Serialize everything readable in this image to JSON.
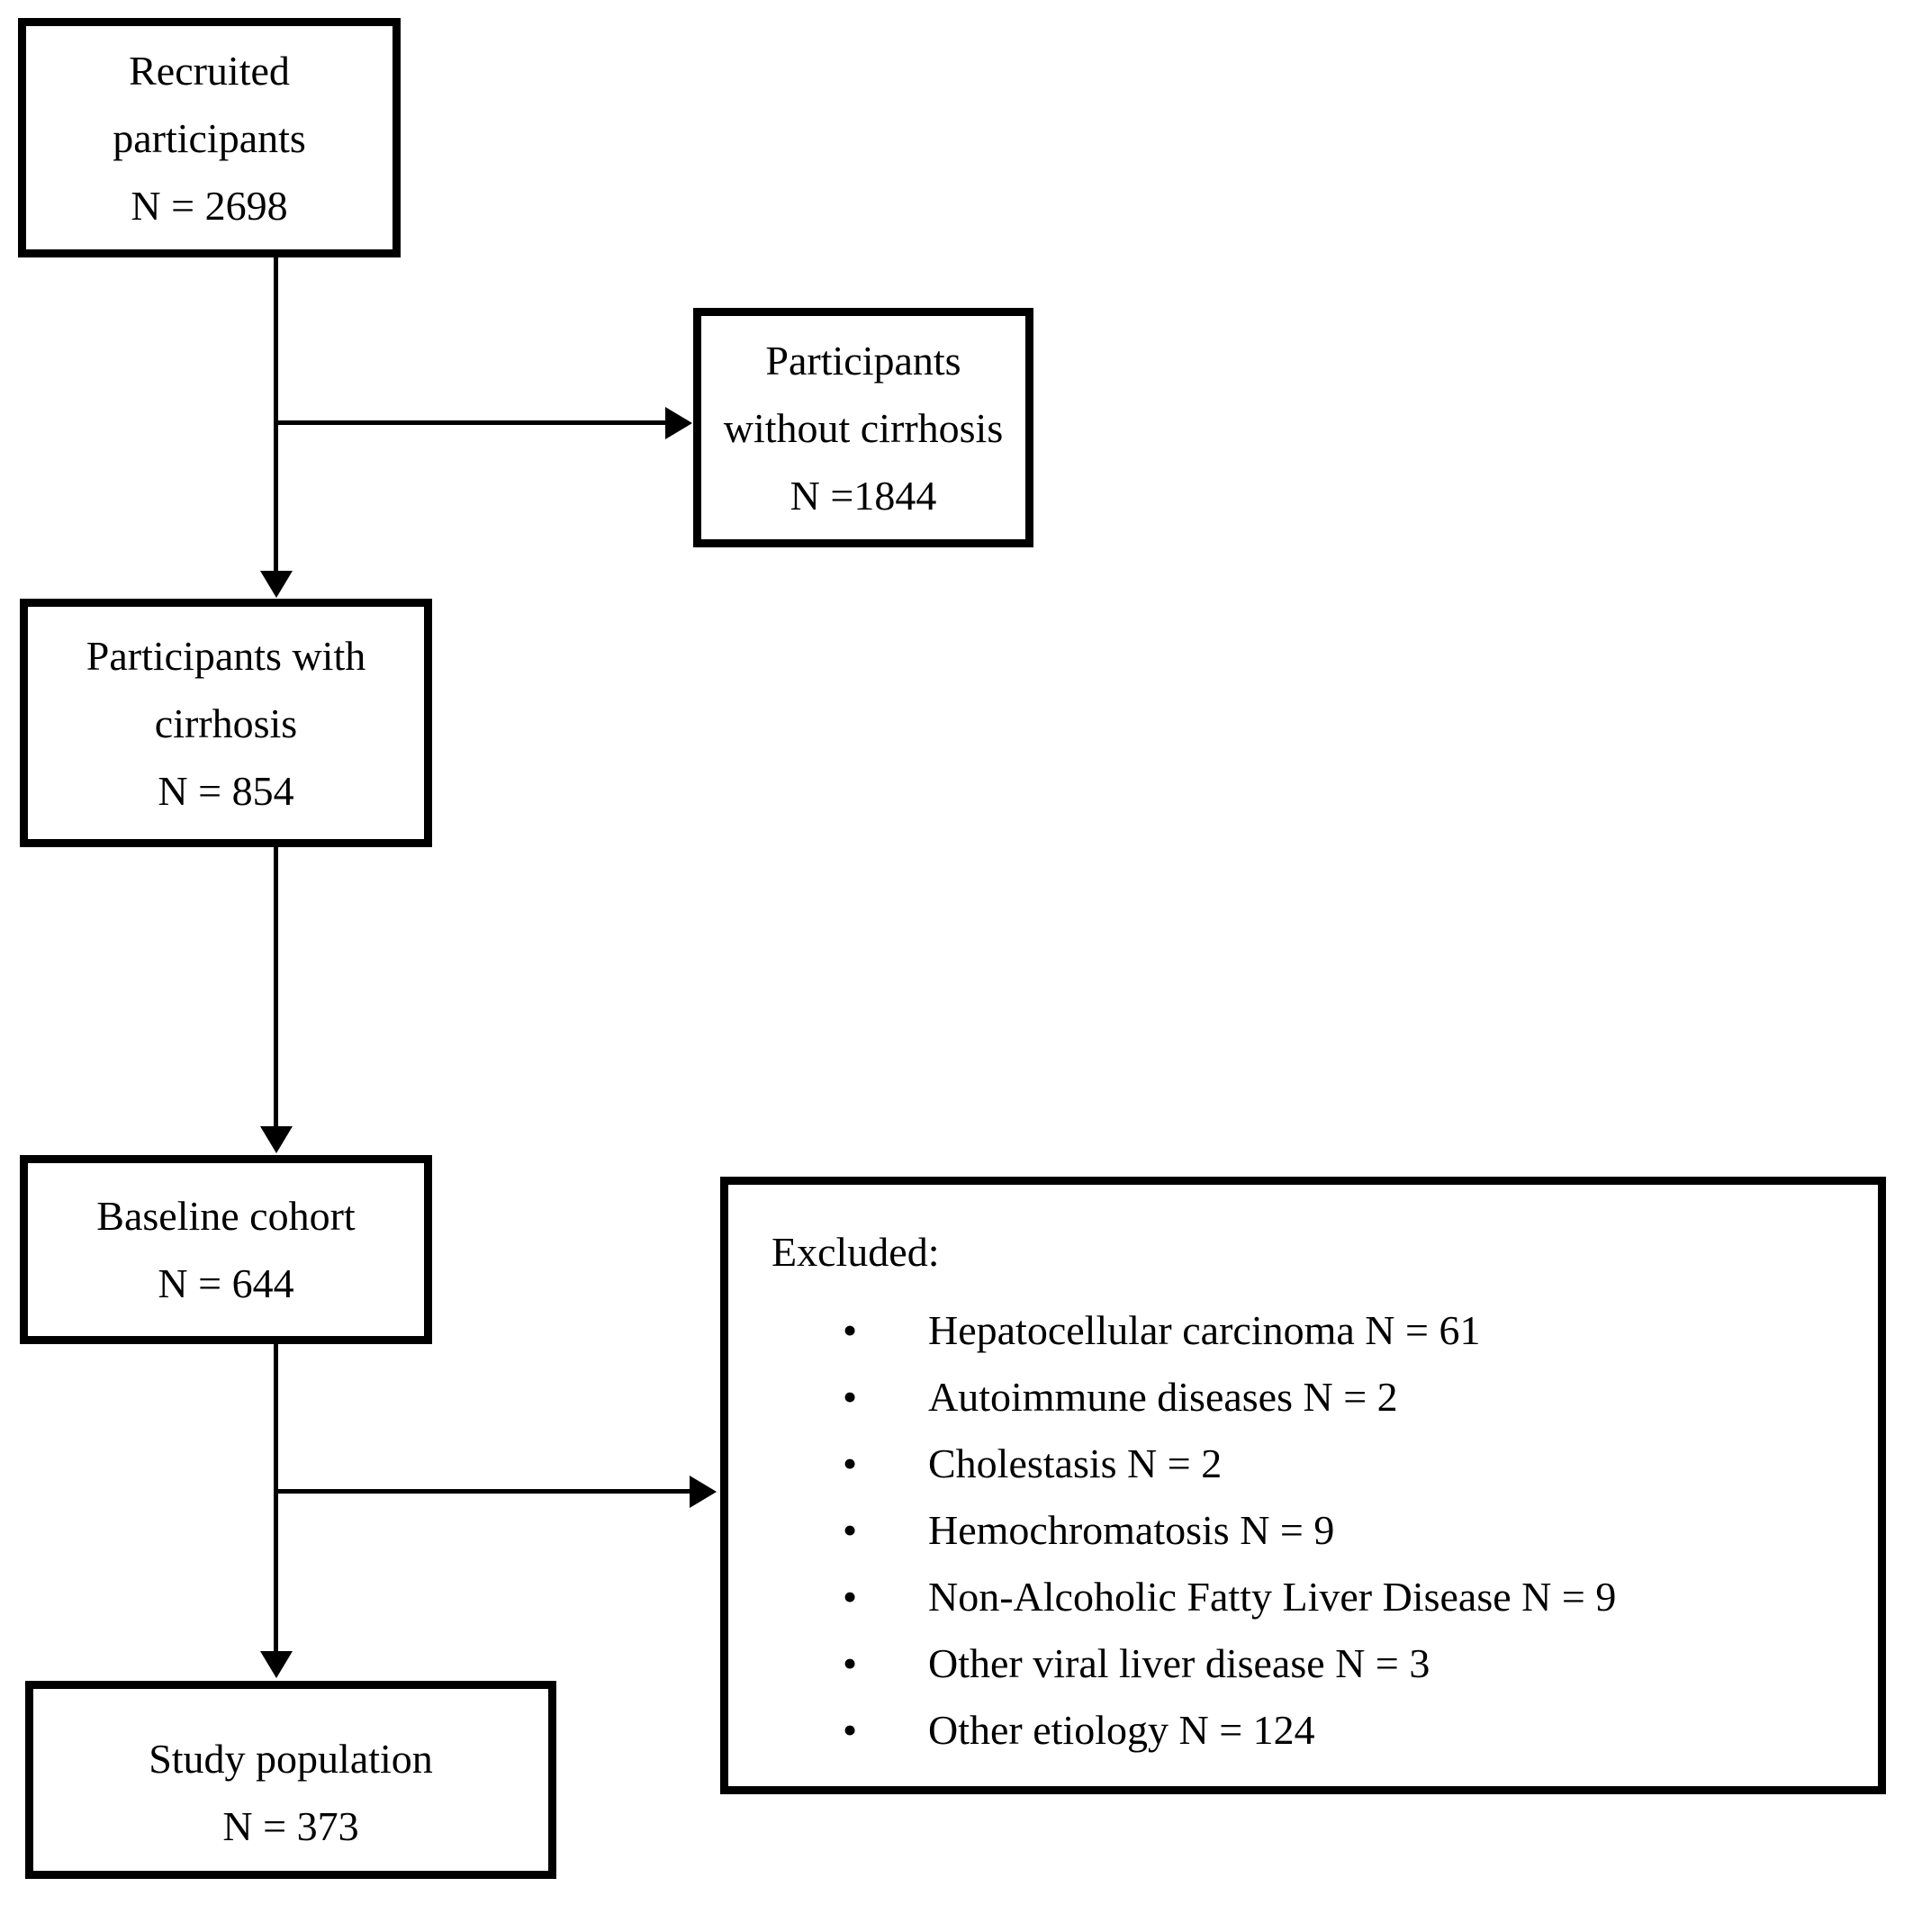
{
  "boxes": {
    "recruited": {
      "lines": [
        "Recruited",
        "participants",
        "N = 2698"
      ]
    },
    "without_cirrhosis": {
      "lines": [
        "Participants",
        "without cirrhosis",
        "N =1844"
      ]
    },
    "with_cirrhosis": {
      "lines": [
        "Participants with",
        "cirrhosis",
        "N = 854"
      ]
    },
    "baseline": {
      "lines": [
        "Baseline cohort",
        "N = 644"
      ]
    },
    "study": {
      "lines": [
        "Study population",
        "N = 373"
      ]
    }
  },
  "excluded": {
    "heading": "Excluded:",
    "items": [
      "Hepatocellular carcinoma N = 61",
      "Autoimmune diseases N = 2",
      "Cholestasis N = 2",
      "Hemochromatosis N = 9",
      "Non-Alcoholic Fatty Liver Disease N = 9",
      "Other viral liver disease N = 3",
      "Other etiology N = 124"
    ]
  },
  "colors": {
    "line": "#000000",
    "background": "#ffffff",
    "text": "#000000"
  }
}
